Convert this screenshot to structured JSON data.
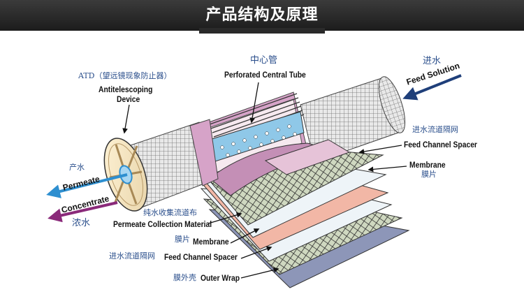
{
  "header": {
    "title": "产品结构及原理"
  },
  "labels": {
    "atd_cn": "ATD（望远镜现象防止器）",
    "atd_en_line1": "Antitelescoping",
    "atd_en_line2": "Device",
    "tube_cn": "中心管",
    "tube_en": "Perforated Central Tube",
    "feed_cn": "进水",
    "feed_en": "Feed Solution",
    "spacer1_cn": "进水流道隔网",
    "spacer1_en": "Feed Channel Spacer",
    "membrane1_en": "Membrane",
    "membrane1_cn": "膜片",
    "permeate_cn": "产水",
    "permeate_en": "Permeate",
    "concentrate_en": "Concentrate",
    "concentrate_cn": "浓水",
    "collection_cn": "纯水收集流道布",
    "collection_en": "Permeate Collection Material",
    "membrane2_cn": "膜片",
    "membrane2_en": "Membrane",
    "spacer2_cn": "进水流道隔网",
    "spacer2_en": "Feed Channel Spacer",
    "wrap_cn": "膜外壳",
    "wrap_en": "Outer Wrap"
  },
  "colors": {
    "permeate_arrow": "#2e8fd0",
    "concentrate_arrow": "#8a2a7a",
    "feed_arrow": "#1f3f7a",
    "membrane_pink": "#f2b7a6",
    "outer_wrap": "#8d96b8"
  }
}
